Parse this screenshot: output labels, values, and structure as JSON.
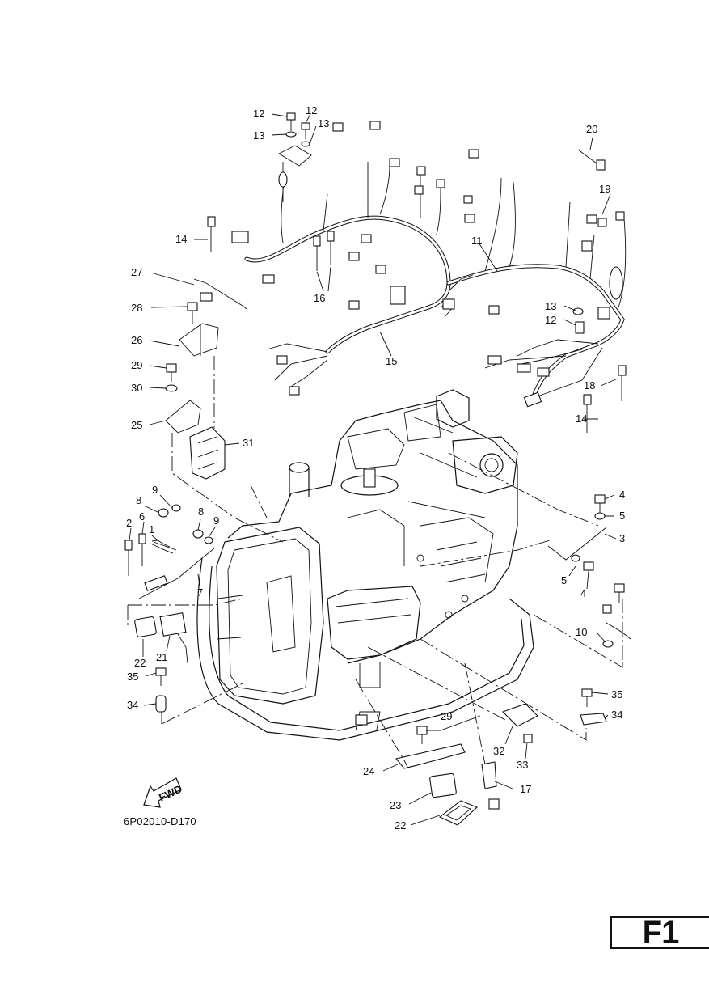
{
  "diagram": {
    "code": "6P02010-D170",
    "page_tag": "F1",
    "fwd_label": "FWD"
  },
  "callouts": {
    "c1": "1",
    "c2": "2",
    "c3": "3",
    "c4a": "4",
    "c4b": "4",
    "c5a": "5",
    "c5b": "5",
    "c6": "6",
    "c7": "7",
    "c8a": "8",
    "c8b": "8",
    "c9a": "9",
    "c9b": "9",
    "c10": "10",
    "c11": "11",
    "c12a": "12",
    "c12b": "12",
    "c12c": "12",
    "c13a": "13",
    "c13b": "13",
    "c13c": "13",
    "c14a": "14",
    "c14b": "14",
    "c15": "15",
    "c16": "16",
    "c17": "17",
    "c18": "18",
    "c19": "19",
    "c20": "20",
    "c21": "21",
    "c22a": "22",
    "c22b": "22",
    "c23": "23",
    "c24": "24",
    "c25": "25",
    "c26": "26",
    "c27": "27",
    "c28": "28",
    "c29a": "29",
    "c29b": "29",
    "c30": "30",
    "c31": "31",
    "c32": "32",
    "c33": "33",
    "c34a": "34",
    "c34b": "34",
    "c35a": "35",
    "c35b": "35"
  }
}
